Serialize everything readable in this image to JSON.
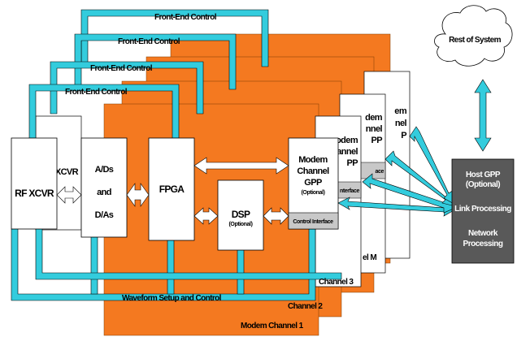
{
  "colors": {
    "orange": "#f47920",
    "cyan": "#33ccdd",
    "host": "#595959",
    "ctrl": "#c8c8c8"
  },
  "frontend_labels": [
    "Front-End Control",
    "Front-End Control",
    "Front-End Control",
    "Front-End Control"
  ],
  "modem_channels": [
    "Modem Channel  1",
    "Channel  2",
    "Channel  3",
    "el  M"
  ],
  "waveform_label": "Waveform Setup and Control",
  "rf": "RF XCVR",
  "rf_back": "XCVR",
  "ad": [
    "A/Ds",
    "and",
    "D/As"
  ],
  "fpga": "FPGA",
  "dsp": "DSP",
  "dsp_sub": "(Optional)",
  "gpp": [
    "Modem",
    "Channel",
    "GPP"
  ],
  "gpp_sub": "(Optional)",
  "control_interface": "Control Interface",
  "back_fragments": {
    "stack2": [
      "dem",
      "nnel",
      "PP"
    ],
    "stack3": [
      "odem",
      "hannel",
      "PP"
    ],
    "stack4": [
      "em",
      "nel",
      "P"
    ],
    "iface": "nterface",
    "iface2": "ace"
  },
  "cloud": "Rest of System",
  "host": [
    "Host GPP",
    "(Optional)",
    "Link Processing",
    "Network",
    "Processing"
  ]
}
